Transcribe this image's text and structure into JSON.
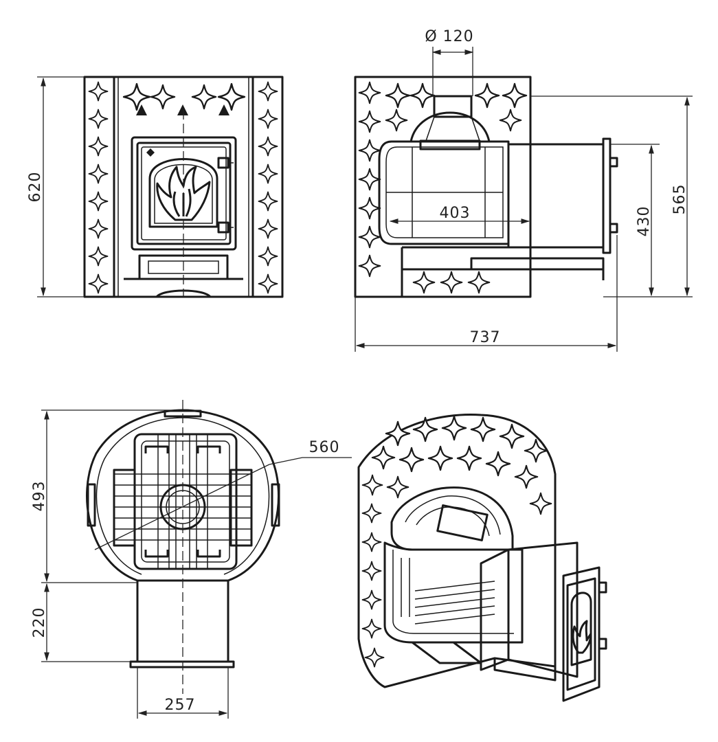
{
  "dimensions": {
    "front_height": "620",
    "flue_diameter": "Ø 120",
    "firebox_width": "403",
    "firebox_height": "430",
    "side_height": "565",
    "total_depth": "737",
    "circle_diameter": "560",
    "top_depth": "493",
    "tunnel_length": "220",
    "tunnel_width": "257"
  },
  "icons": {
    "flame": "flame-icon",
    "star_pattern": "four-point-star-pattern"
  },
  "colors": {
    "line": "#1a1a1a",
    "background": "#ffffff"
  }
}
